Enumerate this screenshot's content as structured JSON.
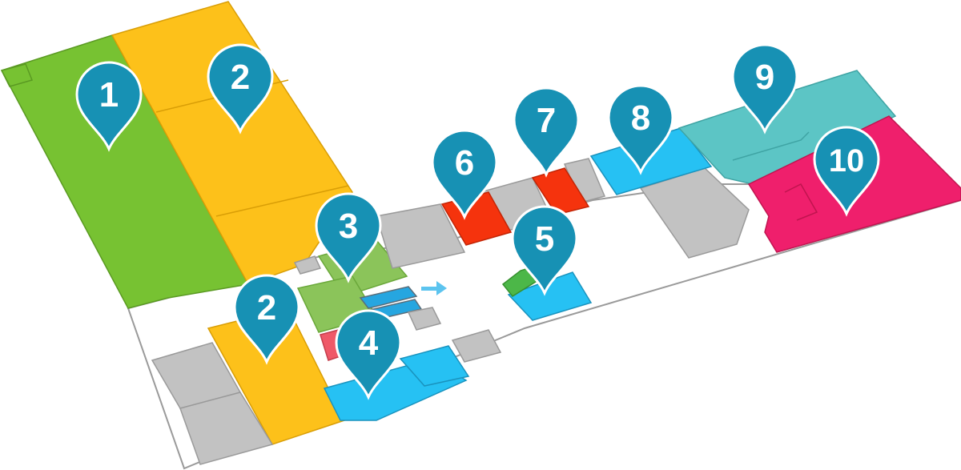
{
  "map": {
    "colors": {
      "outline": "#9a9a9a",
      "floor": "#ffffff",
      "green": "#77c232",
      "yellow": "#fdc11a",
      "lightgreen": "#8bc45a",
      "gray": "#c2c2c2",
      "red": "#f5330d",
      "blue": "#26c1f3",
      "teal": "#5cc5c5",
      "pink": "#ef1f6c",
      "darkgreen": "#4cb748",
      "salmon": "#ef5968",
      "pin": "#1791b4",
      "pin_stroke": "#ffffff",
      "arrow": "#5cc4ef"
    },
    "pins": [
      {
        "label": "1",
        "zone": "green"
      },
      {
        "label": "2",
        "zone": "yellow"
      },
      {
        "label": "3",
        "zone": "lightgreen"
      },
      {
        "label": "2",
        "zone": "yellow"
      },
      {
        "label": "4",
        "zone": "blue"
      },
      {
        "label": "5",
        "zone": "blue"
      },
      {
        "label": "6",
        "zone": "red"
      },
      {
        "label": "7",
        "zone": "red"
      },
      {
        "label": "8",
        "zone": "blue"
      },
      {
        "label": "9",
        "zone": "teal"
      },
      {
        "label": "10",
        "zone": "pink"
      }
    ]
  }
}
